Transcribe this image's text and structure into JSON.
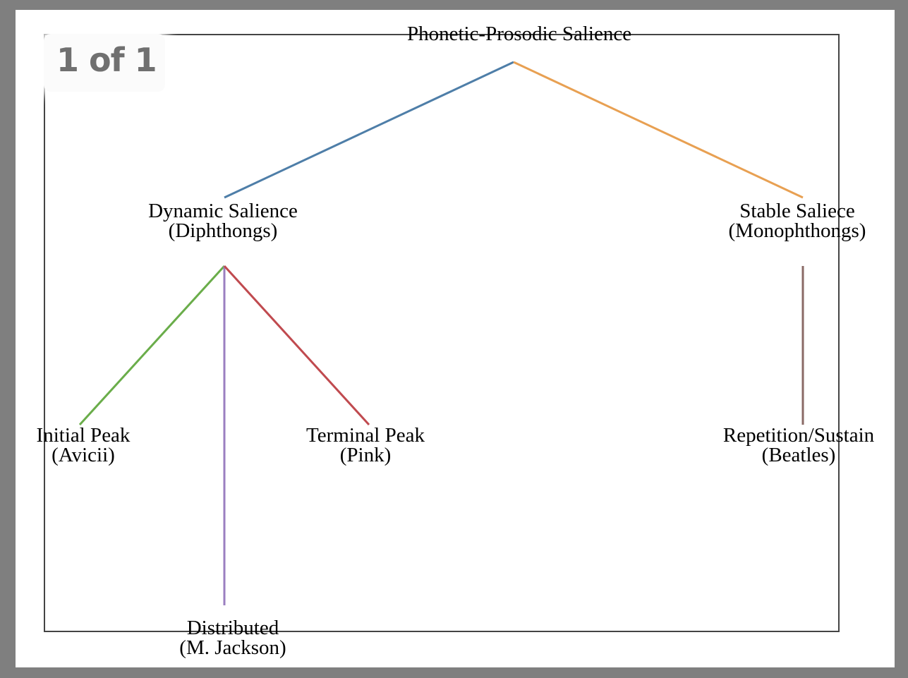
{
  "page_indicator": "1 of 1",
  "tree": {
    "root": {
      "label": "Phonetic-Prosodic Salience"
    },
    "branches": [
      {
        "label": "Dynamic Salience",
        "sublabel": "(Diphthongs)",
        "edge_color": "#4e7ea8",
        "children": [
          {
            "label": "Initial Peak",
            "sublabel": "(Avicii)",
            "edge_color": "#6aad4a"
          },
          {
            "label": "Distributed",
            "sublabel": "(M. Jackson)",
            "edge_color": "#9b7fc0"
          },
          {
            "label": "Terminal Peak",
            "sublabel": "(Pink)",
            "edge_color": "#c04a4f"
          }
        ]
      },
      {
        "label": "Stable Saliece",
        "sublabel": "(Monophthongs)",
        "edge_color": "#e8a052",
        "children": [
          {
            "label": "Repetition/Sustain",
            "sublabel": "(Beatles)",
            "edge_color": "#8a6a66"
          }
        ]
      }
    ]
  }
}
